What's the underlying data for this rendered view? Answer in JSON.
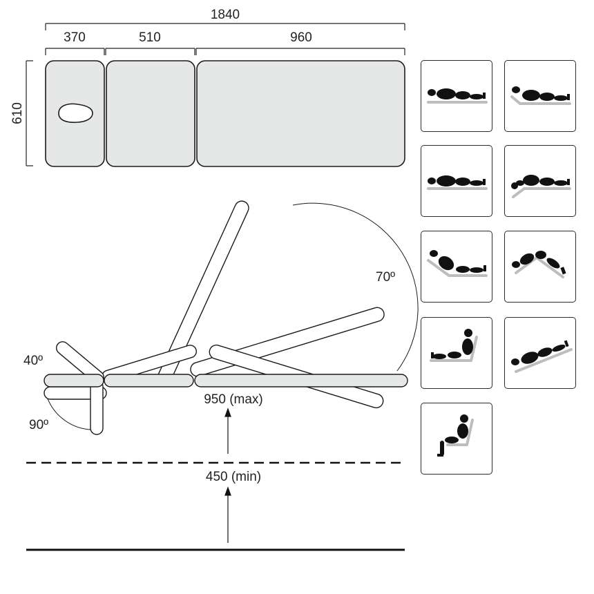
{
  "dimensions": {
    "total_length": "1840",
    "section_head": "370",
    "section_middle": "510",
    "section_foot": "960",
    "width": "610"
  },
  "angles": {
    "head_up": "40º",
    "head_down": "90º",
    "back_up": "70º"
  },
  "heights": {
    "max": "950 (max)",
    "min": "450 (min)"
  },
  "colors": {
    "cushion_fill": "#e6e8e7",
    "line": "#1a1a1a",
    "figure": "#111111",
    "table_base": "#bdbdbd"
  },
  "positions": [
    {
      "name": "flat-prone",
      "icon": "flat-prone-icon"
    },
    {
      "name": "head-down-prone",
      "icon": "head-down-prone-icon"
    },
    {
      "name": "flat-prone-raised",
      "icon": "flat-prone-raised-icon"
    },
    {
      "name": "head-tilt-prone",
      "icon": "head-tilt-prone-icon"
    },
    {
      "name": "back-raised-supine",
      "icon": "back-raised-supine-icon"
    },
    {
      "name": "v-fold-prone",
      "icon": "v-fold-prone-icon"
    },
    {
      "name": "long-sitting",
      "icon": "long-sitting-icon"
    },
    {
      "name": "inclined-prone",
      "icon": "inclined-prone-icon"
    },
    {
      "name": "chair-sitting",
      "icon": "chair-sitting-icon"
    }
  ]
}
